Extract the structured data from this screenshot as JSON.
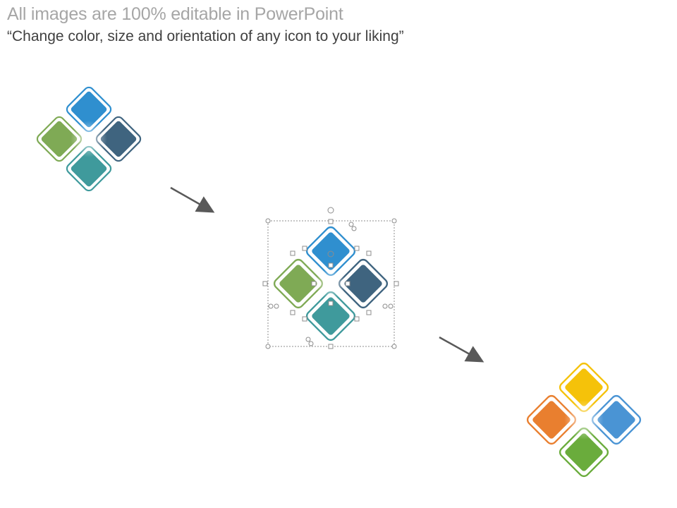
{
  "header": {
    "title": "All images are 100% editable in PowerPoint",
    "subtitle": "“Change color, size and orientation of any icon to your liking”"
  },
  "icons": [
    {
      "name": "original",
      "colors": {
        "top": "#2f8fcf",
        "right": "#3f647f",
        "bottom": "#3f9a9c",
        "left": "#7faa55"
      },
      "icon_names": [
        "diamond-tile-top-icon",
        "diamond-tile-right-icon",
        "diamond-tile-bottom-icon",
        "diamond-tile-left-icon"
      ]
    },
    {
      "name": "selected-editable",
      "colors": {
        "top": "#2f8fcf",
        "right": "#3f647f",
        "bottom": "#3f9a9c",
        "left": "#7faa55"
      },
      "selection_handles": true
    },
    {
      "name": "recolored",
      "colors": {
        "top": "#f5c20a",
        "right": "#4a94d4",
        "bottom": "#6aac3c",
        "left": "#e97f2f"
      }
    }
  ],
  "arrows": [
    "arrow-right-down-icon",
    "arrow-right-down-icon"
  ],
  "colors": {
    "arrow": "#595959",
    "selection": "#8c8c8c"
  }
}
